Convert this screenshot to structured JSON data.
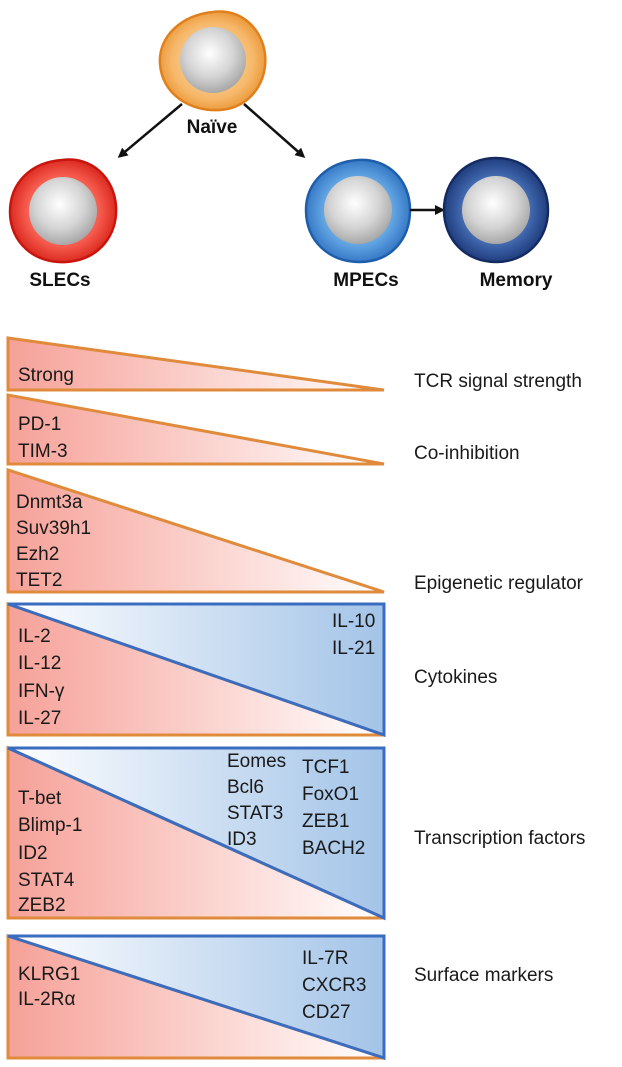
{
  "cells": {
    "naive": "Naïve",
    "slecs": "SLECs",
    "mpecs": "MPECs",
    "memory": "Memory"
  },
  "colors": {
    "naive": "#f0a040",
    "slecs": "#e8281e",
    "mpecs": "#2e78c8",
    "memory": "#1a3a7a",
    "red_fill": "#f7a8a0",
    "blue_fill": "#a8c8ea",
    "orange_border": "#e08a3c",
    "blue_border": "#3a6cc0"
  },
  "rows": [
    {
      "category": "TCR signal strength",
      "left_items": [
        "Strong"
      ],
      "right_items": []
    },
    {
      "category": "Co-inhibition",
      "left_items": [
        "PD-1",
        "TIM-3"
      ],
      "right_items": []
    },
    {
      "category": "Epigenetic regulator",
      "left_items": [
        "Dnmt3a",
        "Suv39h1",
        "Ezh2",
        "TET2"
      ],
      "right_items": []
    },
    {
      "category": "Cytokines",
      "left_items": [
        "IL-2",
        "IL-12",
        "IFN-γ",
        "IL-27"
      ],
      "right_items": [
        "IL-10",
        "IL-21"
      ]
    },
    {
      "category": "Transcription factors",
      "left_items": [
        "T-bet",
        "Blimp-1",
        "ID2",
        "STAT4",
        "ZEB2"
      ],
      "right_items": [
        "Eomes",
        "Bcl6",
        "STAT3",
        "ID3"
      ],
      "right_items_2": [
        "TCF1",
        "FoxO1",
        "ZEB1",
        "BACH2"
      ]
    },
    {
      "category": "Surface markers",
      "left_items": [
        "KLRG1",
        "IL-2Rα"
      ],
      "right_items": [
        "IL-7R",
        "CXCR3",
        "CD27"
      ]
    }
  ]
}
